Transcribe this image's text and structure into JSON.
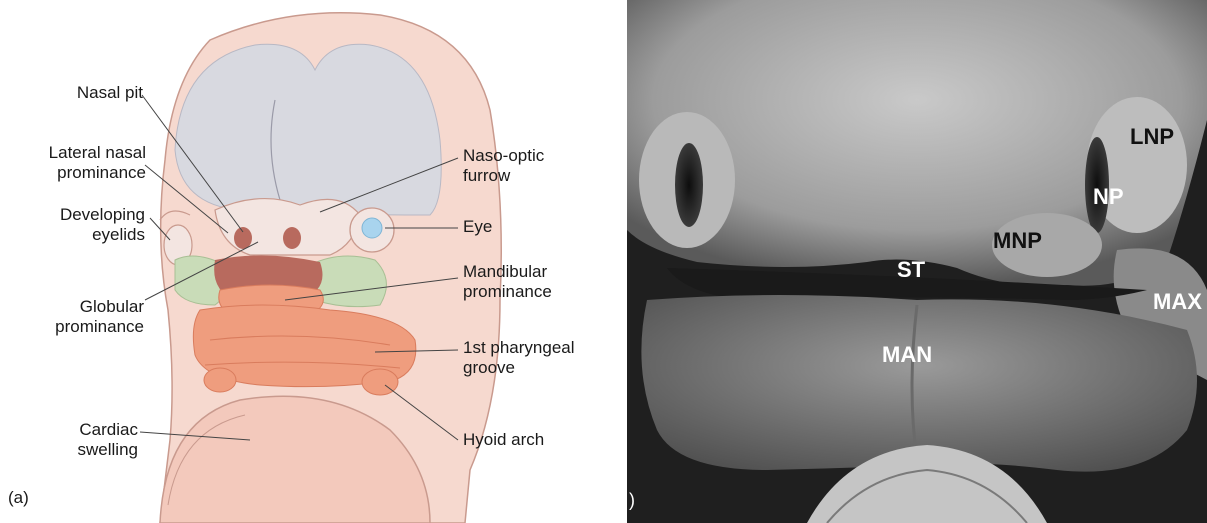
{
  "left_panel": {
    "panel_letter": "(a)",
    "labels": {
      "nasal_pit": "Nasal pit",
      "lateral_nasal_1": "Lateral nasal",
      "lateral_nasal_2": "prominance",
      "developing_1": "Developing",
      "developing_2": "eyelids",
      "globular_1": "Globular",
      "globular_2": "prominance",
      "cardiac_1": "Cardiac",
      "cardiac_2": "swelling",
      "naso_optic_1": "Naso-optic",
      "naso_optic_2": "furrow",
      "eye": "Eye",
      "mandibular_1": "Mandibular",
      "mandibular_2": "prominance",
      "pharyngeal_1": "1st pharyngeal",
      "pharyngeal_2": "groove",
      "hyoid": "Hyoid arch"
    },
    "colors": {
      "skin": "#f6d9cf",
      "skin_outline": "#c99a8e",
      "brain": "#d8d9e0",
      "mandibular_green": "#c9dcb8",
      "pharyngeal_orange": "#ef9d7e",
      "stomodeum": "#b86a5e",
      "eye_blue": "#a9d4ee"
    }
  },
  "right_panel": {
    "partial_letter": ")",
    "labels": {
      "lnp": "LNP",
      "np": "NP",
      "mnp": "MNP",
      "st": "ST",
      "max": "MAX",
      "man": "MAN"
    }
  }
}
